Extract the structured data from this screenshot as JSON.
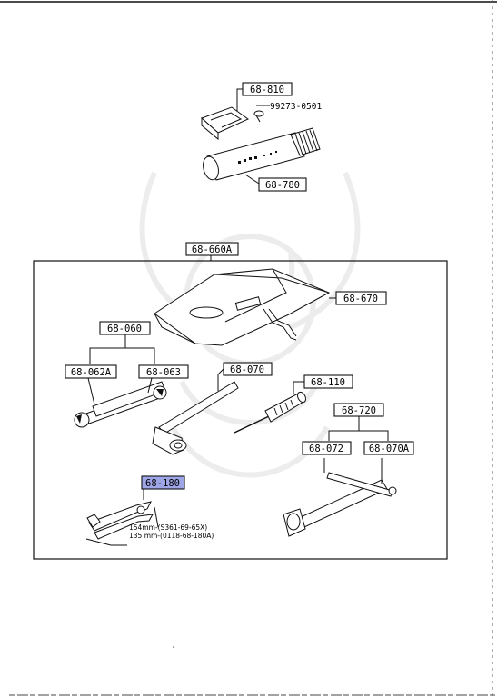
{
  "labels": {
    "p68_810": "68-810",
    "p99273_0501": "99273-0501",
    "p68_780": "68-780",
    "p68_660a": "68-660A",
    "p68_670": "68-670",
    "p68_060": "68-060",
    "p68_062a": "68-062A",
    "p68_063": "68-063",
    "p68_070": "68-070",
    "p68_110": "68-110",
    "p68_720": "68-720",
    "p68_072": "68-072",
    "p68_070a": "68-070A",
    "p68_180": "68-180"
  },
  "notes": {
    "dim1": "154mm-(S361-69-65X)",
    "dim2": "135 mm-(0118-68-180A)"
  },
  "colors": {
    "highlight": "#9fa6e8"
  }
}
